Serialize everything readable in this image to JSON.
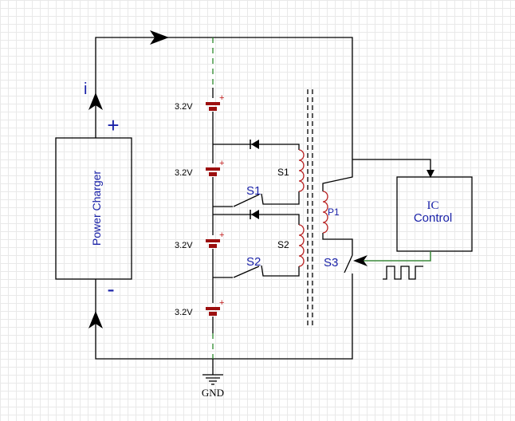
{
  "labels": {
    "current": "i",
    "plus": "+",
    "minus": "-",
    "charger": "Power Charger",
    "ic_line1": "IC",
    "ic_line2": "Control",
    "gnd": "GND",
    "p1": "P1",
    "s1_coil": "S1",
    "s2_coil": "S2",
    "s1_switch": "S1",
    "s2_switch": "S2",
    "s3_switch": "S3"
  },
  "batteries": [
    {
      "voltage": "3.2V",
      "polarity": "+"
    },
    {
      "voltage": "3.2V",
      "polarity": "+"
    },
    {
      "voltage": "3.2V",
      "polarity": "+"
    },
    {
      "voltage": "3.2V",
      "polarity": "+"
    }
  ],
  "colors": {
    "wire": "#000000",
    "battery": "#9c0f0f",
    "coil": "#b81f1f",
    "bus_dash": "#2c8a2c",
    "control_line": "#3c8a3c",
    "label_blue": "#1a22a8"
  }
}
